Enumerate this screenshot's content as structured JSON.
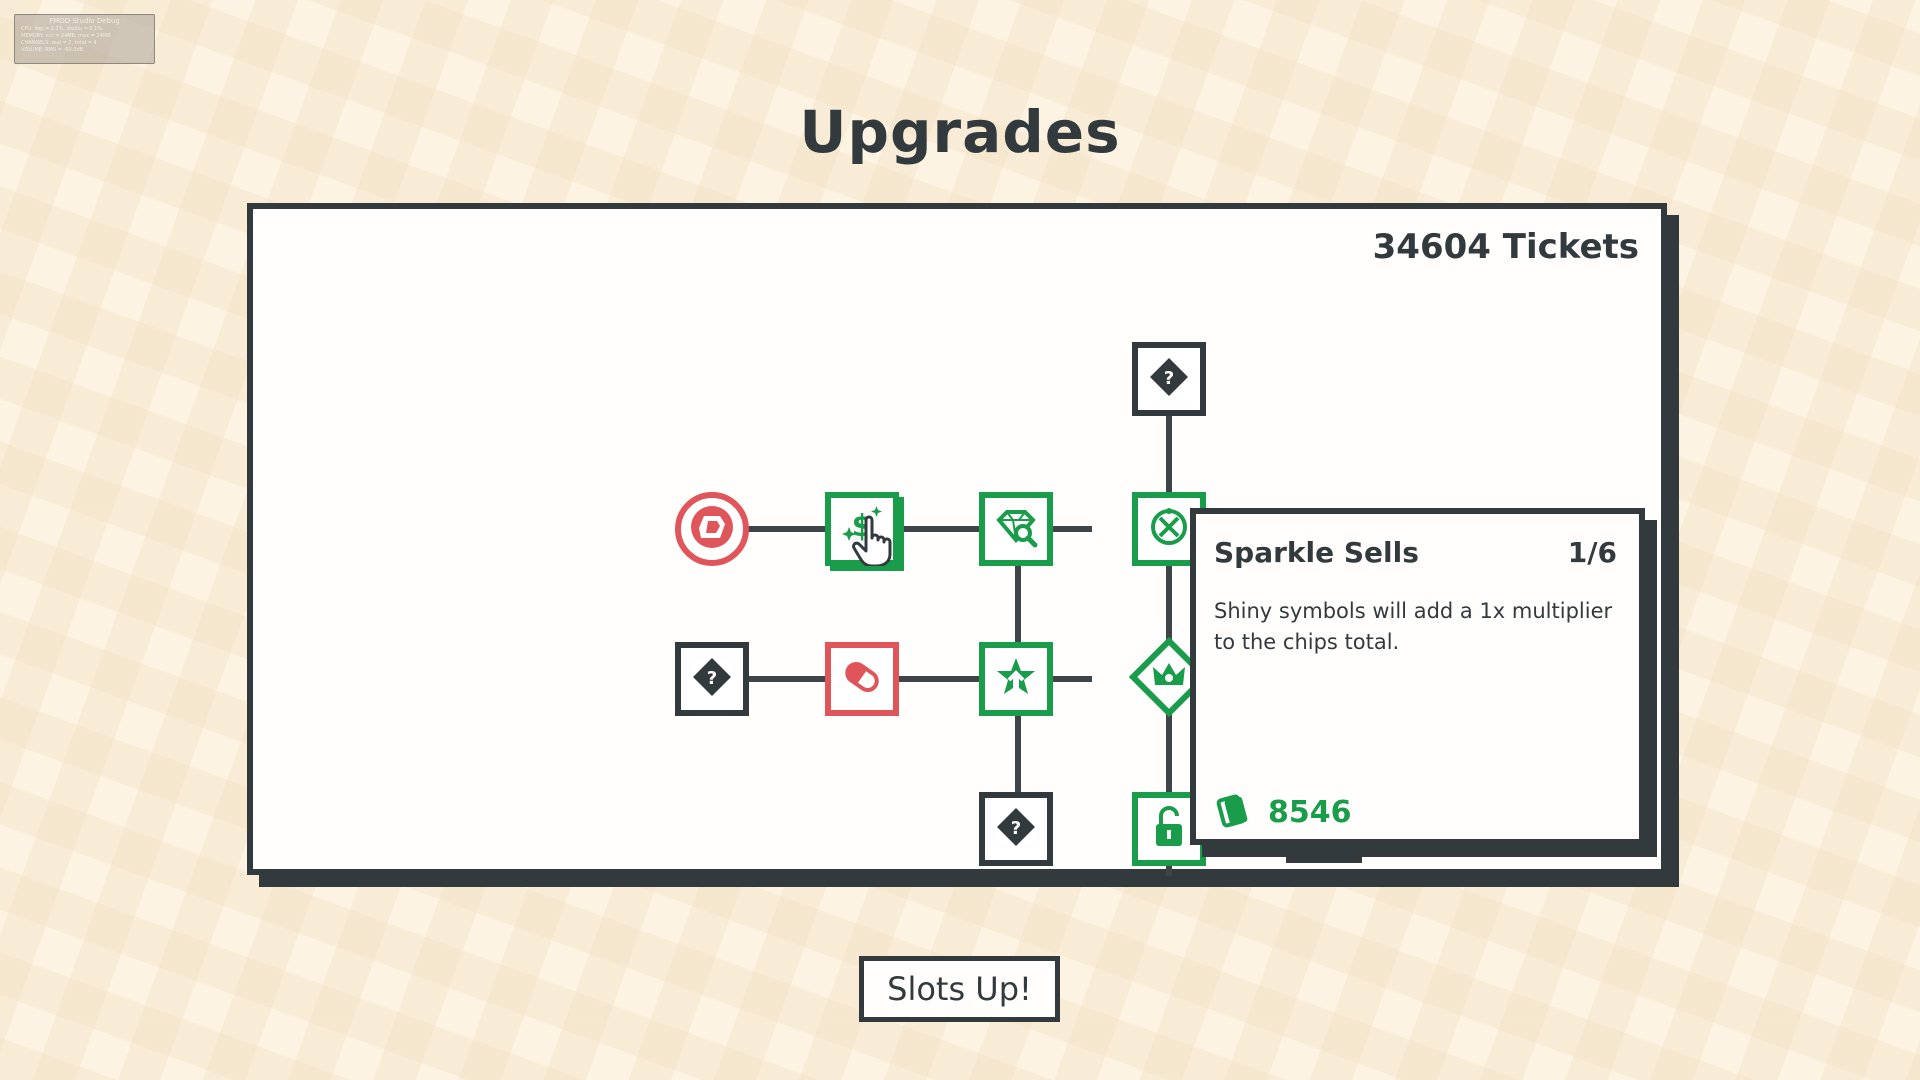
{
  "debug_overlay": {
    "title": "FMOD Studio Debug",
    "lines": [
      "CPU: dsp = 2.1%, studio = 0.1%",
      "MEMORY: cur = 24MB, max = 24MB",
      "CHANNELS: real = 2, total = 4",
      "VOLUME: RMS = -60.0dB"
    ]
  },
  "page": {
    "title": "Upgrades"
  },
  "panel": {
    "tickets": "34604 Tickets"
  },
  "nodes": [
    {
      "id": "red-round-hexagon",
      "state": "red",
      "icon": "hexagon-chip-icon"
    },
    {
      "id": "sparkle-sells",
      "state": "green-selected",
      "icon": "sparkle-dollar-icon"
    },
    {
      "id": "gem-search",
      "state": "green",
      "icon": "diamond-magnify-icon"
    },
    {
      "id": "top-locked",
      "state": "locked",
      "icon": "question-diamond-icon"
    },
    {
      "id": "crossed-circle",
      "state": "green",
      "icon": "crossed-circle-icon"
    },
    {
      "id": "left-locked",
      "state": "locked",
      "icon": "question-diamond-icon"
    },
    {
      "id": "red-pill",
      "state": "red",
      "icon": "pill-icon"
    },
    {
      "id": "star-tree",
      "state": "green",
      "icon": "star-arrow-icon"
    },
    {
      "id": "crown",
      "state": "green-diamond",
      "icon": "crown-icon"
    },
    {
      "id": "bottom-locked",
      "state": "locked",
      "icon": "question-diamond-icon"
    },
    {
      "id": "unlock",
      "state": "green",
      "icon": "unlocked-padlock-icon"
    }
  ],
  "tooltip": {
    "name": "Sparkle Sells",
    "level": "1/6",
    "description": "Shiny symbols will add a 1x multiplier to the chips total.",
    "cost": "8546",
    "cost_icon": "ticket-card-icon"
  },
  "footer": {
    "button_label": "Slots Up!"
  },
  "colors": {
    "ink": "#333a3e",
    "green": "#1a9d4a",
    "red": "#e0555a",
    "background": "#fdf3e3"
  }
}
